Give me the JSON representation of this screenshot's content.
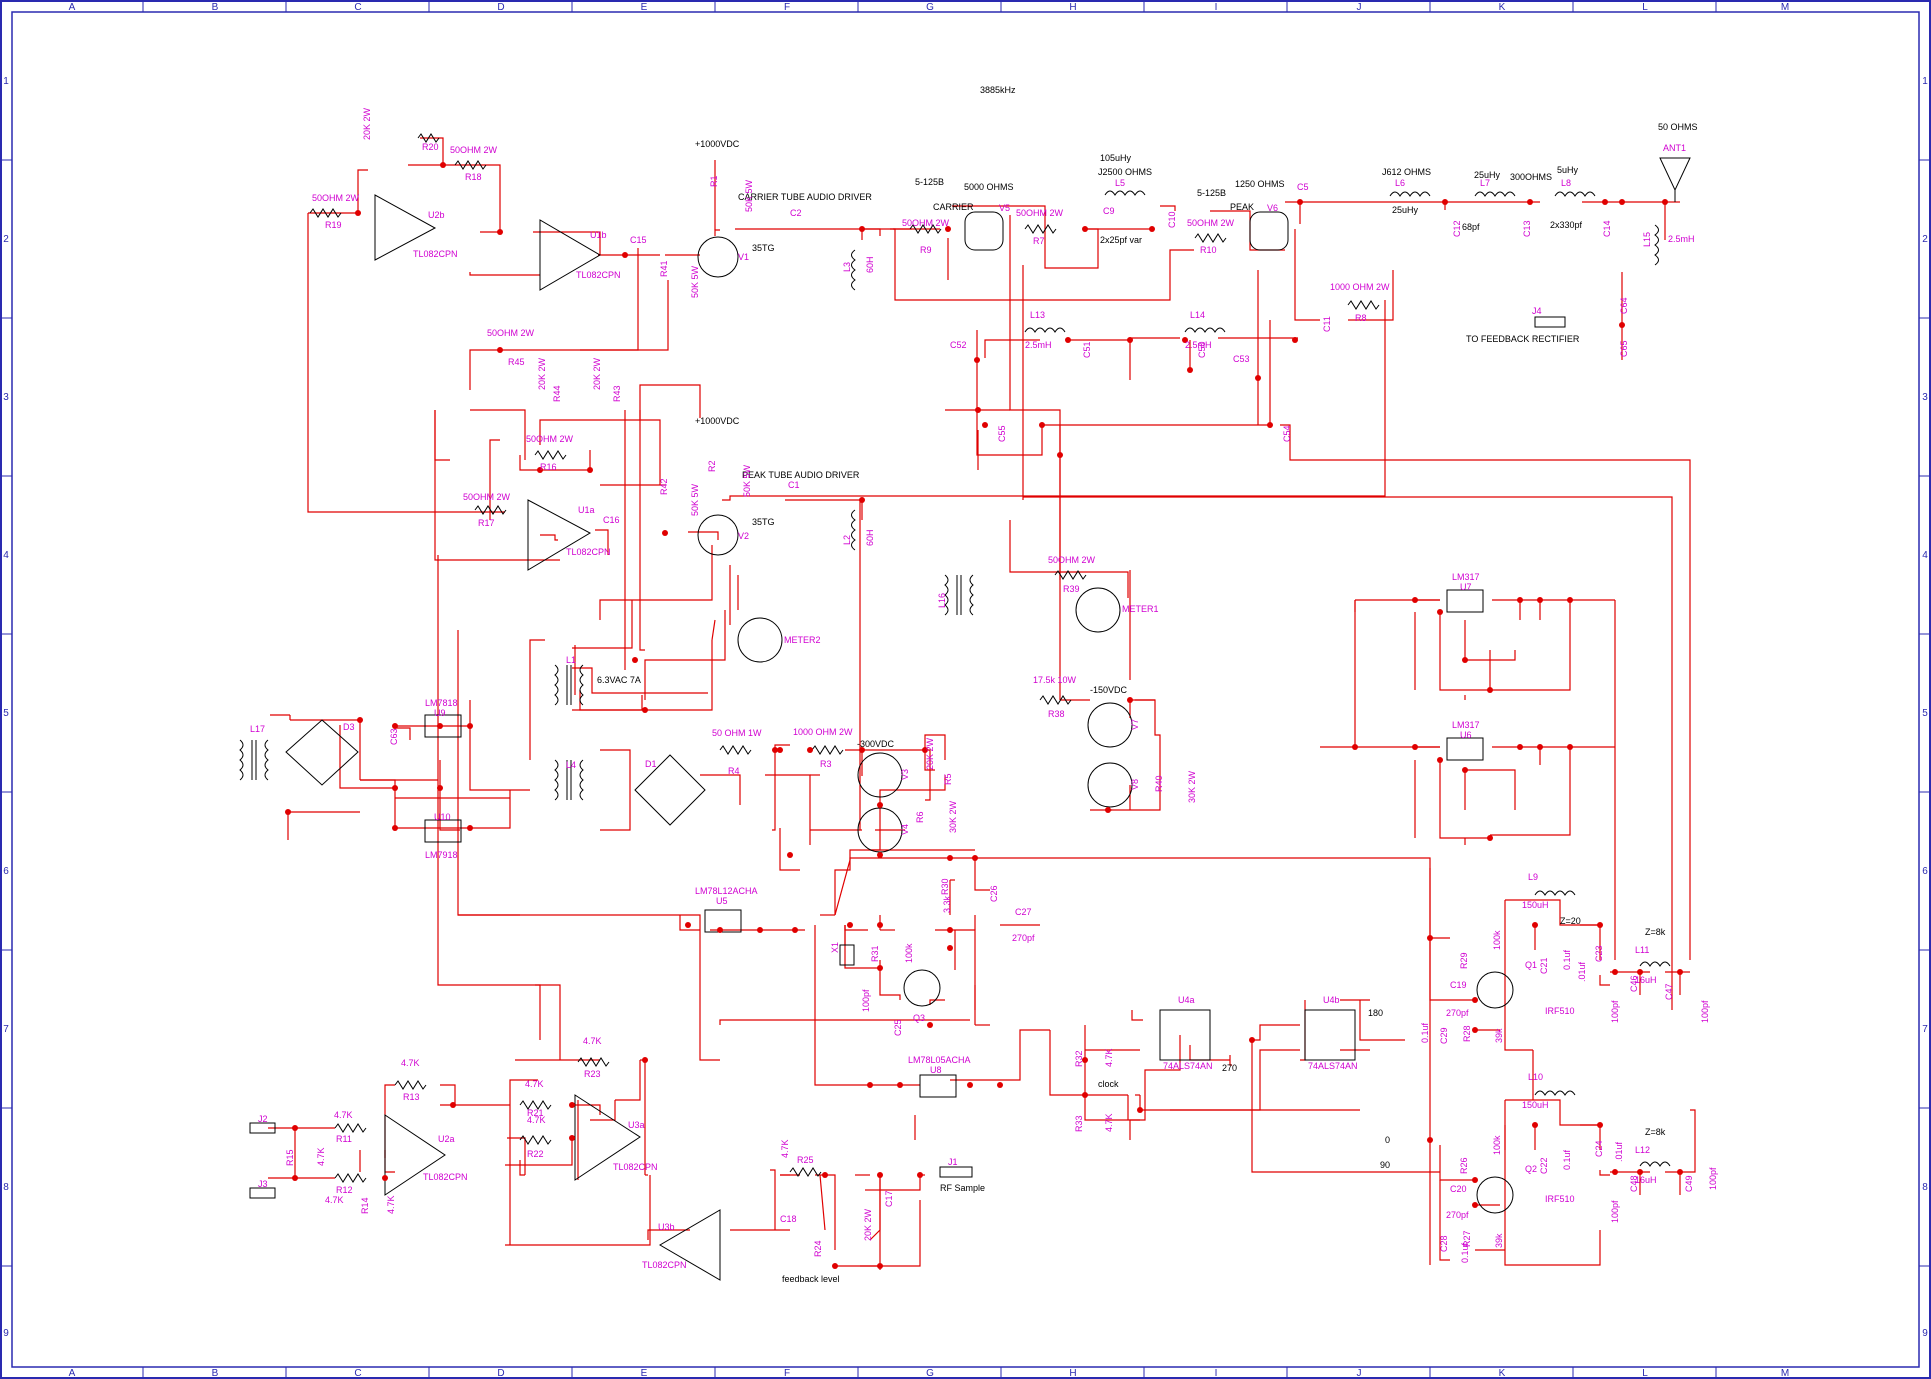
{
  "frame": {
    "columns": [
      "A",
      "B",
      "C",
      "D",
      "E",
      "F",
      "G",
      "H",
      "I",
      "J",
      "K",
      "L",
      "M"
    ],
    "rows": [
      "1",
      "2",
      "3",
      "4",
      "5",
      "6",
      "7",
      "8",
      "9"
    ]
  },
  "notes": {
    "frequency": "3885kHz",
    "carrier_driver": "CARRIER TUBE AUDIO DRIVER",
    "peak_driver": "PEAK TUBE AUDIO DRIVER",
    "feedback": "TO FEEDBACK RECTIFIER",
    "heater": "6.3VAC 7A",
    "rf_sample": "RF Sample",
    "feedback_level": "feedback level",
    "clock": "clock",
    "z20": "Z=20",
    "z8k_1": "Z=8k",
    "z8k_2": "Z=8k",
    "ant_ohms": "50 OHMS",
    "phase_180": "180",
    "phase_270": "270",
    "phase_0": "0",
    "phase_90": "90"
  },
  "supplies": {
    "hv1": "+1000VDC",
    "hv2": "+1000VDC",
    "neg300": "-300VDC",
    "neg150": "-150VDC"
  },
  "components": [
    {
      "ref": "U2b",
      "value": "TL082CPN"
    },
    {
      "ref": "U1b",
      "value": "TL082CPN"
    },
    {
      "ref": "U1a",
      "value": "TL082CPN"
    },
    {
      "ref": "U2a",
      "value": "TL082CPN"
    },
    {
      "ref": "U3a",
      "value": "TL082CPN"
    },
    {
      "ref": "U3b",
      "value": "TL082CPN"
    },
    {
      "ref": "R20",
      "value": "20K 2W"
    },
    {
      "ref": "R18",
      "value": "50OHM 2W"
    },
    {
      "ref": "R19",
      "value": "50OHM 2W"
    },
    {
      "ref": "R1",
      "value": "50K 5W"
    },
    {
      "ref": "R41",
      "value": "50K 5W"
    },
    {
      "ref": "R2",
      "value": "50K 5W"
    },
    {
      "ref": "R42",
      "value": "50K 5W"
    },
    {
      "ref": "R45",
      "value": "50OHM 2W"
    },
    {
      "ref": "R44",
      "value": "20K 2W"
    },
    {
      "ref": "R43",
      "value": "20K 2W"
    },
    {
      "ref": "R16",
      "value": "50OHM 2W"
    },
    {
      "ref": "R17",
      "value": "50OHM 2W"
    },
    {
      "ref": "R9",
      "value": "50OHM 2W"
    },
    {
      "ref": "R7",
      "value": "50OHM 2W"
    },
    {
      "ref": "R10",
      "value": "50OHM 2W"
    },
    {
      "ref": "R8",
      "value": "1000 OHM 2W"
    },
    {
      "ref": "R39",
      "value": "50OHM 2W"
    },
    {
      "ref": "R38",
      "value": "17.5k 10W"
    },
    {
      "ref": "R40",
      "value": "30K 2W"
    },
    {
      "ref": "R4",
      "value": "50 OHM 1W"
    },
    {
      "ref": "R3",
      "value": "1000 OHM 2W"
    },
    {
      "ref": "R5",
      "value": "20K 2W"
    },
    {
      "ref": "R6",
      "value": "30K 2W"
    },
    {
      "ref": "R13",
      "value": "4.7K"
    },
    {
      "ref": "R11",
      "value": "4.7K"
    },
    {
      "ref": "R12",
      "value": "4.7K"
    },
    {
      "ref": "R14",
      "value": "4.7K"
    },
    {
      "ref": "R15",
      "value": "4.7K"
    },
    {
      "ref": "R21",
      "value": "4.7K"
    },
    {
      "ref": "R23",
      "value": "4.7K"
    },
    {
      "ref": "R22",
      "value": "4.7K"
    },
    {
      "ref": "R25",
      "value": "4.7K"
    },
    {
      "ref": "R24",
      "value": "20K 2W"
    },
    {
      "ref": "R32",
      "value": "4.7K"
    },
    {
      "ref": "R33",
      "value": "4.7K"
    },
    {
      "ref": "R30",
      "value": "3.3k"
    },
    {
      "ref": "R31",
      "value": "100k"
    },
    {
      "ref": "R29",
      "value": "100k"
    },
    {
      "ref": "R28",
      "value": "39k"
    },
    {
      "ref": "R26",
      "value": "100k"
    },
    {
      "ref": "R27",
      "value": "39k"
    },
    {
      "ref": "V1",
      "value": "35TG"
    },
    {
      "ref": "V2",
      "value": "35TG"
    },
    {
      "ref": "V5",
      "value": "5-125B"
    },
    {
      "ref": "V6",
      "value": "5-125B"
    },
    {
      "ref": "L5",
      "value": "105uHy"
    },
    {
      "ref": "C9",
      "value": "2x25pf var"
    },
    {
      "ref": "L6",
      "value": "25uHy"
    },
    {
      "ref": "C12",
      "value": "68pf"
    },
    {
      "ref": "L7",
      "value": "25uHy"
    },
    {
      "ref": "L8",
      "value": "5uHy"
    },
    {
      "ref": "C14",
      "value": "2x330pf"
    },
    {
      "ref": "L15",
      "value": "2.5mH"
    },
    {
      "ref": "L13",
      "value": "2.5mH"
    },
    {
      "ref": "L14",
      "value": "2.5mH"
    },
    {
      "ref": "L2",
      "value": "60H"
    },
    {
      "ref": "L3",
      "value": "60H"
    },
    {
      "ref": "L9",
      "value": "150uH"
    },
    {
      "ref": "L10",
      "value": "150uH"
    },
    {
      "ref": "L11",
      "value": "16uH"
    },
    {
      "ref": "L12",
      "value": "16uH"
    },
    {
      "ref": "U9",
      "value": "LM7818"
    },
    {
      "ref": "U10",
      "value": "LM7918"
    },
    {
      "ref": "U5",
      "value": "LM78L12ACHA"
    },
    {
      "ref": "U8",
      "value": "LM78L05ACHA"
    },
    {
      "ref": "U7",
      "value": "LM317"
    },
    {
      "ref": "U6",
      "value": "LM317"
    },
    {
      "ref": "U4a",
      "value": "74ALS74AN"
    },
    {
      "ref": "U4b",
      "value": "74ALS74AN"
    },
    {
      "ref": "Q1",
      "value": "IRF510"
    },
    {
      "ref": "Q2",
      "value": "IRF510"
    },
    {
      "ref": "Q3",
      "value": ""
    },
    {
      "ref": "C19",
      "value": "270pf"
    },
    {
      "ref": "C20",
      "value": "270pf"
    },
    {
      "ref": "C27",
      "value": "270pf"
    },
    {
      "ref": "C25",
      "value": "100pf"
    },
    {
      "ref": "C46",
      "value": "100pf"
    },
    {
      "ref": "C47",
      "value": "100pf"
    },
    {
      "ref": "C48",
      "value": "100pf"
    },
    {
      "ref": "C49",
      "value": "100pf"
    },
    {
      "ref": "C21",
      "value": "0.1uf"
    },
    {
      "ref": "C22",
      "value": "0.1uf"
    },
    {
      "ref": "C23",
      "value": ".01uf"
    },
    {
      "ref": "C24",
      "value": ".01uf"
    },
    {
      "ref": "C28",
      "value": "0.1uf"
    },
    {
      "ref": "C29",
      "value": "0.1uf"
    }
  ],
  "impedances": {
    "v5_load": "5000 OHMS",
    "j2500": "J2500 OHMS",
    "v6_load": "1250 OHMS",
    "j612": "J612 OHMS",
    "ohms300": "300OHMS",
    "carrier": "CARRIER",
    "peak": "PEAK"
  },
  "connectors": [
    {
      "ref": "J1",
      "label": "RF Sample"
    },
    {
      "ref": "J2",
      "label": ""
    },
    {
      "ref": "J3",
      "label": ""
    },
    {
      "ref": "J4",
      "label": "TO FEEDBACK RECTIFIER"
    },
    {
      "ref": "ANT1",
      "label": "50 OHMS"
    }
  ],
  "meters": [
    "METER1",
    "METER2"
  ],
  "misc_refs": [
    "C1",
    "C2",
    "C5",
    "C10",
    "C11",
    "C13",
    "C15",
    "C16",
    "C17",
    "C18",
    "C26",
    "C50",
    "C51",
    "C52",
    "C53",
    "C54",
    "C55",
    "C63",
    "C64",
    "C65",
    "L1",
    "L4",
    "L16",
    "L17",
    "D1",
    "D3",
    "X1",
    "V3",
    "V4",
    "V7",
    "V8"
  ]
}
